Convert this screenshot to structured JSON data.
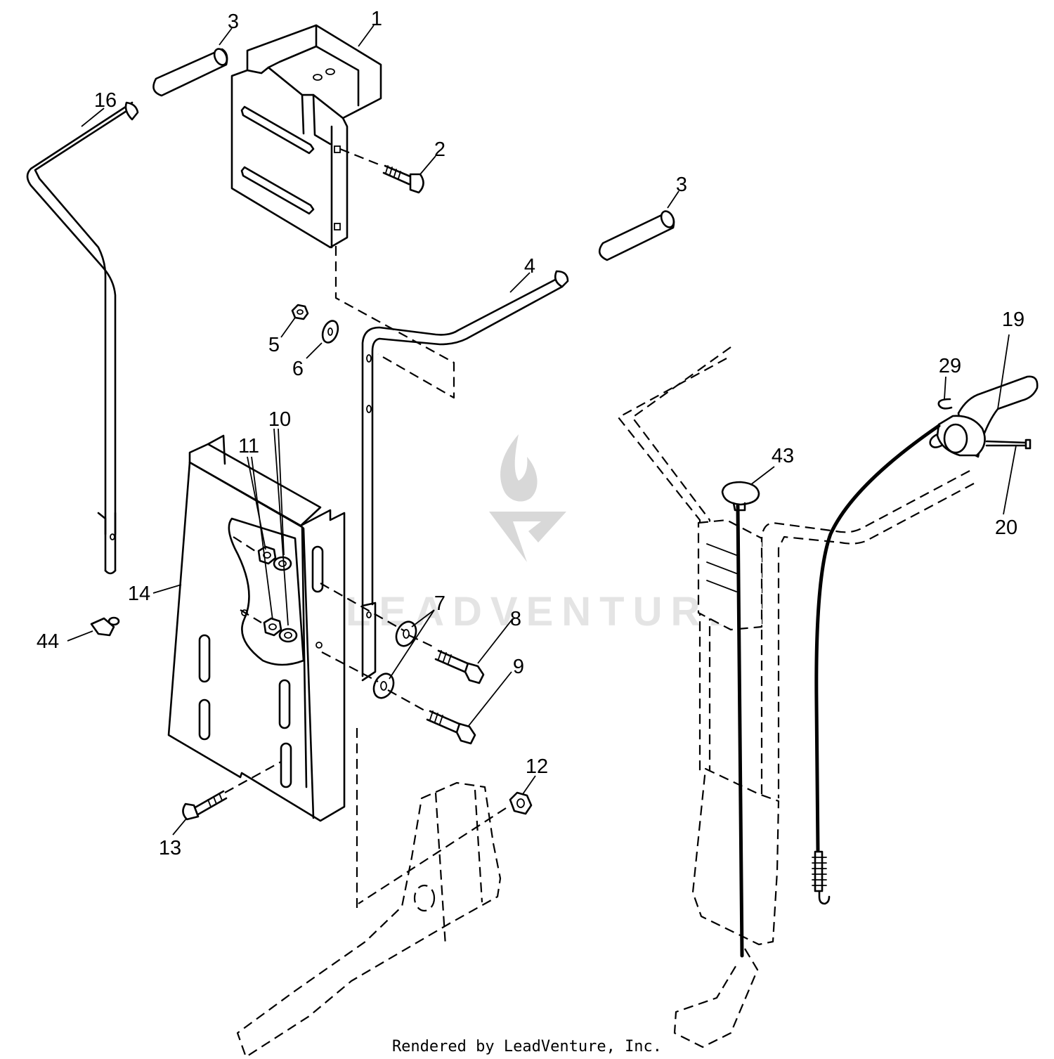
{
  "callouts": [
    {
      "id": "c1",
      "label": "1"
    },
    {
      "id": "c2",
      "label": "2"
    },
    {
      "id": "c3a",
      "label": "3"
    },
    {
      "id": "c3b",
      "label": "3"
    },
    {
      "id": "c4",
      "label": "4"
    },
    {
      "id": "c5",
      "label": "5"
    },
    {
      "id": "c6",
      "label": "6"
    },
    {
      "id": "c7",
      "label": "7"
    },
    {
      "id": "c8",
      "label": "8"
    },
    {
      "id": "c9",
      "label": "9"
    },
    {
      "id": "c10",
      "label": "10"
    },
    {
      "id": "c11",
      "label": "11"
    },
    {
      "id": "c12",
      "label": "12"
    },
    {
      "id": "c13",
      "label": "13"
    },
    {
      "id": "c14",
      "label": "14"
    },
    {
      "id": "c16",
      "label": "16"
    },
    {
      "id": "c19",
      "label": "19"
    },
    {
      "id": "c20",
      "label": "20"
    },
    {
      "id": "c29",
      "label": "29"
    },
    {
      "id": "c43",
      "label": "43"
    },
    {
      "id": "c44",
      "label": "44"
    }
  ],
  "watermark": {
    "text": "LEADVENTURE"
  },
  "credit": {
    "text": "Rendered by LeadVenture, Inc."
  }
}
